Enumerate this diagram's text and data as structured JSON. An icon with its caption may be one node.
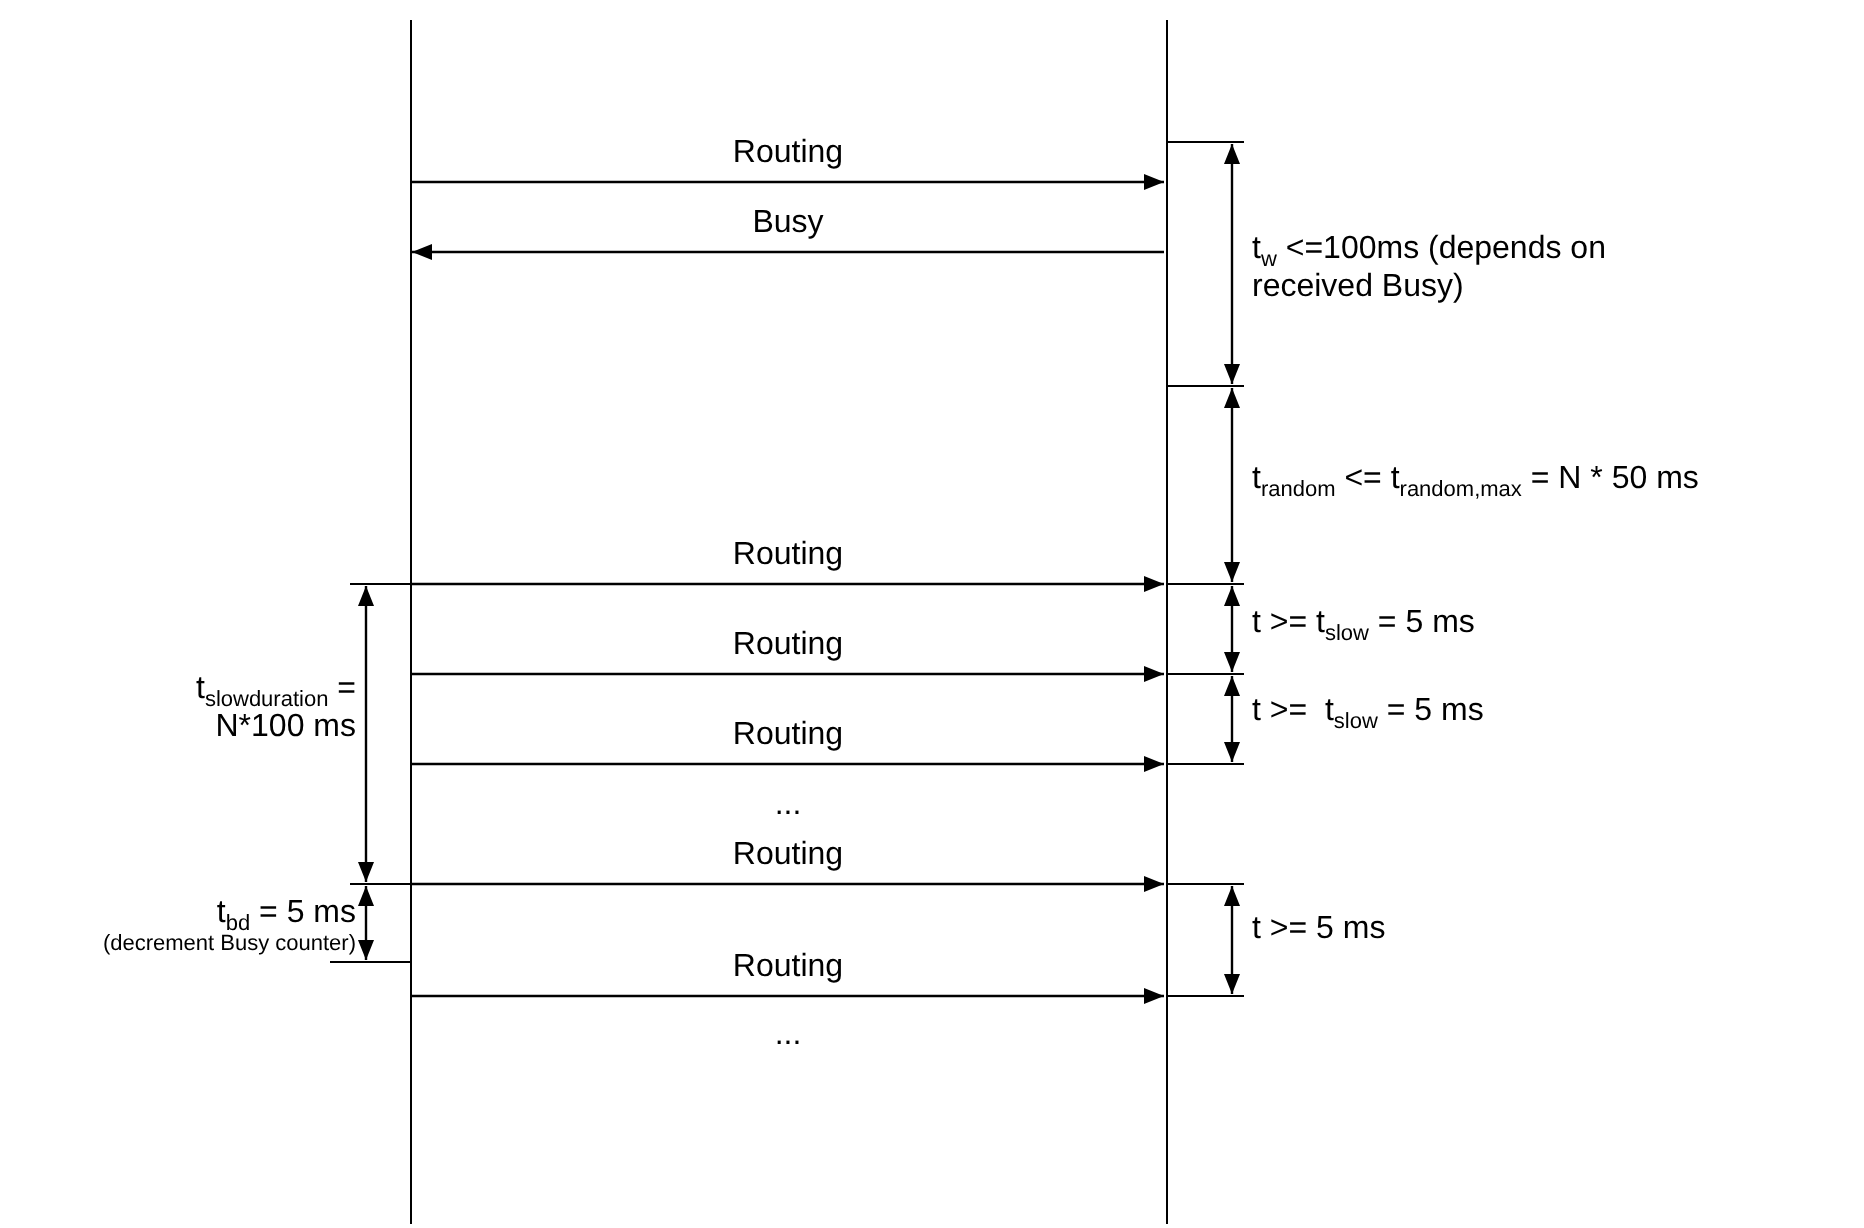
{
  "diagram": {
    "nodes": [
      {
        "text": [],
        "shape": "bar"
      },
      {
        "text": [],
        "shape": "bar"
      }
    ],
    "edges": [
      {
        "from": 0,
        "to": 1,
        "arrow": "to",
        "label": "Routing"
      },
      {
        "from": 1,
        "to": 0,
        "arrow": "to",
        "label": "Busy"
      },
      {
        "from": 0,
        "to": 1,
        "arrow": "to",
        "label": "Routing"
      },
      {
        "from": 0,
        "to": 1,
        "arrow": "to",
        "label": "Routing"
      },
      {
        "from": 0,
        "to": 1,
        "arrow": "to",
        "label": "Routing"
      },
      {
        "from": 0,
        "to": 1,
        "arrow": "to",
        "label": "Routing"
      },
      {
        "from": 0,
        "to": 1,
        "arrow": "to",
        "label": "Routing"
      }
    ],
    "labels": [
      "t$_{w}$ <=100ms (depends on received Busy)",
      "t$_{random}$ <= t$_{random,max}$ = N * 50 ms",
      "t >= t$_{slow}$ = 5 ms",
      "t$_{slowduration}$ = N*100 ms",
      "t >=  t$_{slow}$ = 5 ms",
      "...",
      "t$_{bd}$ = 5 ms",
      "(decrement Busy counter)",
      "t >= 5 ms",
      "..."
    ]
  }
}
